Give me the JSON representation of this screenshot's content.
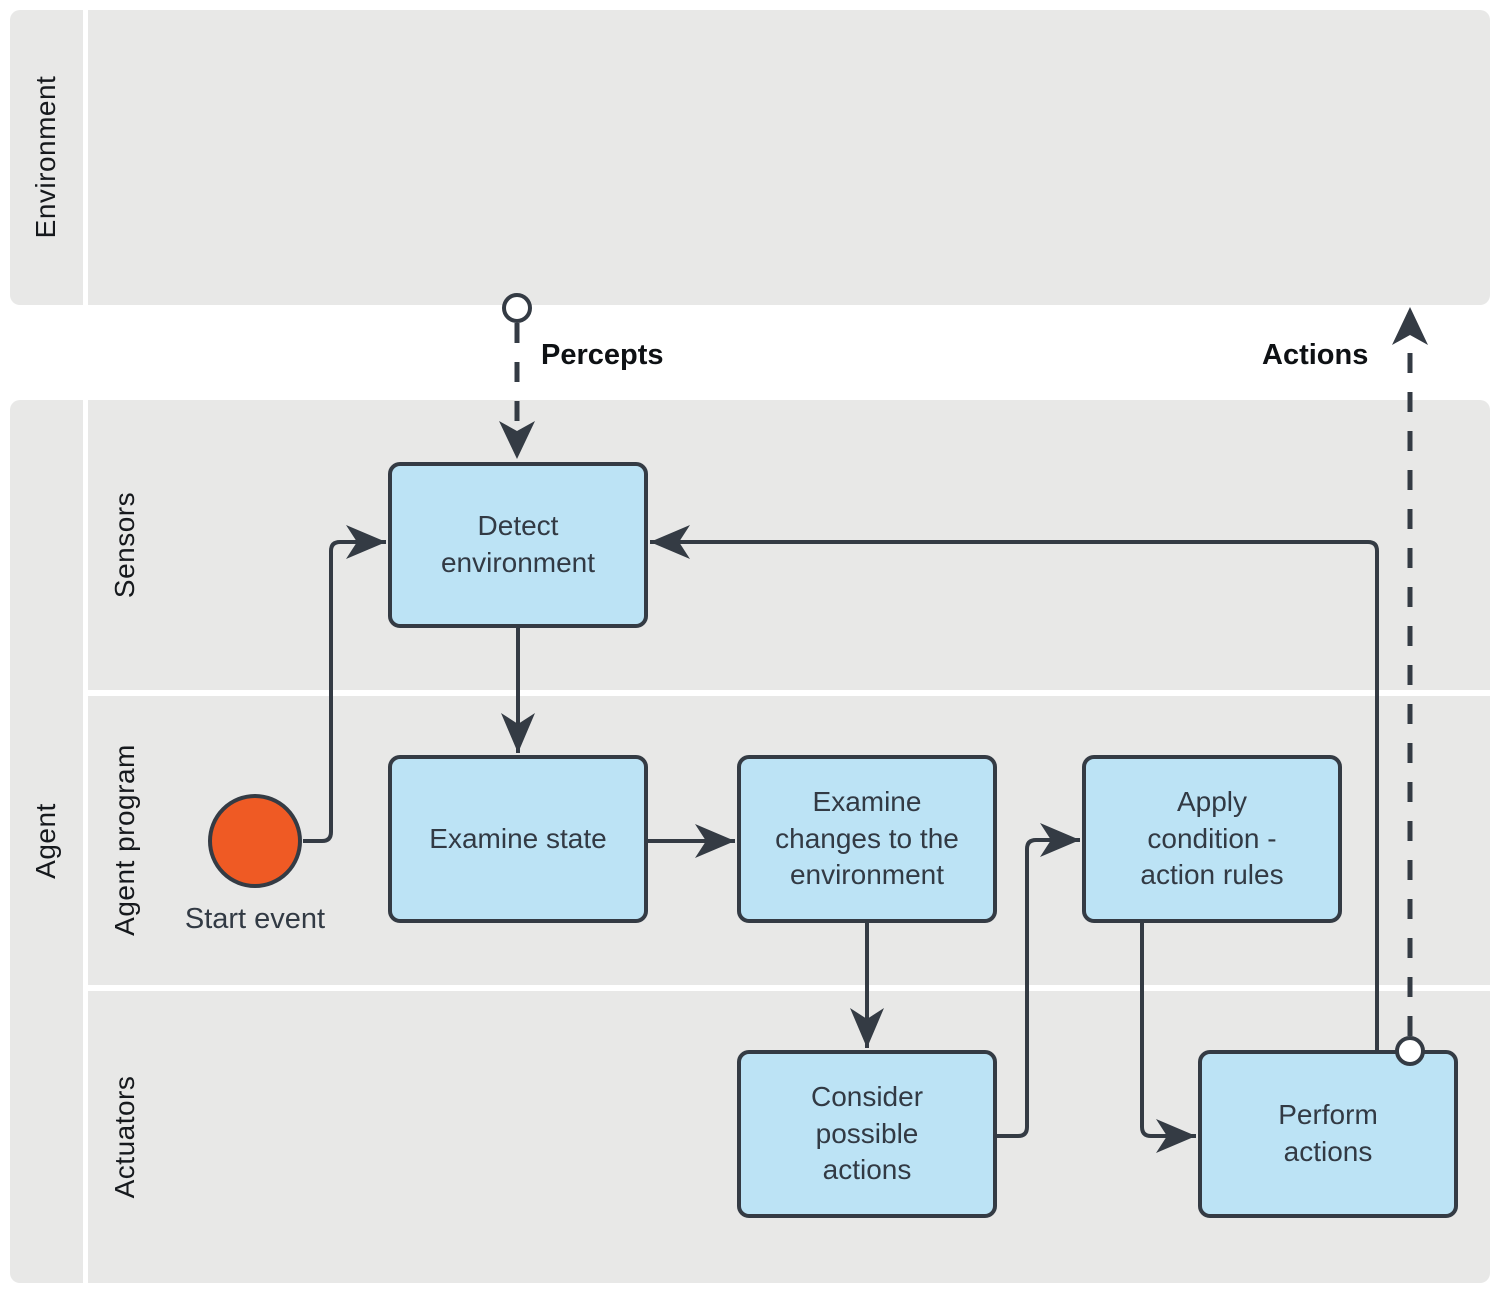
{
  "pools": {
    "environment": {
      "label": "Environment"
    },
    "agent": {
      "label": "Agent",
      "sublanes": [
        {
          "label": "Sensors"
        },
        {
          "label": "Agent program"
        },
        {
          "label": "Actuators"
        }
      ]
    }
  },
  "nodes": {
    "start_event": {
      "label": "Start event",
      "type": "start-event"
    },
    "detect_environment": {
      "label": "Detect\nenvironment",
      "type": "task"
    },
    "examine_state": {
      "label": "Examine state",
      "type": "task"
    },
    "examine_changes": {
      "label": "Examine\nchanges to the\nenvironment",
      "type": "task"
    },
    "apply_rules": {
      "label": "Apply\ncondition -\naction rules",
      "type": "task"
    },
    "consider_actions": {
      "label": "Consider\npossible\nactions",
      "type": "task"
    },
    "perform_actions": {
      "label": "Perform\nactions",
      "type": "task"
    }
  },
  "message_flows": {
    "percepts": {
      "label": "Percepts"
    },
    "actions": {
      "label": "Actions"
    }
  },
  "colors": {
    "task_fill": "#bce3f5",
    "stroke_dark": "#343b44",
    "lane_fill": "#e8e8e7",
    "start_event_fill": "#ef5a24",
    "label_text": "#16191d"
  }
}
